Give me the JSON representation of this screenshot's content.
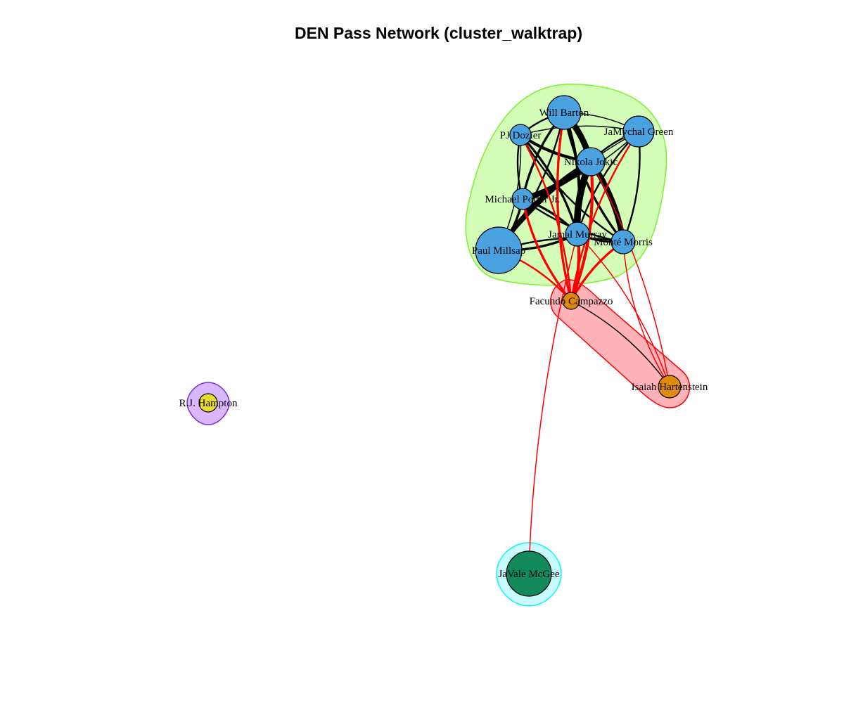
{
  "title": "DEN Pass Network (cluster_walktrap)",
  "colors": {
    "cluster_blue_fill": "#d4fdb8",
    "cluster_blue_stroke": "#7cf032",
    "cluster_orange_fill": "#ffb3b8",
    "cluster_orange_stroke": "#ff0000",
    "cluster_yellow_fill": "#d9b8ff",
    "cluster_yellow_stroke": "#7b2ce0",
    "cluster_green_fill": "#c7fbff",
    "cluster_green_stroke": "#18f1f5",
    "node_blue": "#4aa3e0",
    "node_orange": "#e08a0b",
    "node_yellow": "#e8de2e",
    "node_green": "#138a5c",
    "edge_within": "#000000",
    "edge_between": "#ff0000"
  },
  "communities": [
    {
      "id": "c1",
      "color": "blue",
      "members": [
        "Will Barton",
        "PJ Dozier",
        "JaMychal Green",
        "Nikola Jokić",
        "Michael Porter Jr.",
        "Jamal Murray",
        "Monté Morris",
        "Paul Millsap"
      ]
    },
    {
      "id": "c2",
      "color": "orange",
      "members": [
        "Facundo Campazzo",
        "Isaiah Hartenstein"
      ]
    },
    {
      "id": "c3",
      "color": "yellow",
      "members": [
        "R.J. Hampton"
      ]
    },
    {
      "id": "c4",
      "color": "green",
      "members": [
        "JaVale McGee"
      ]
    }
  ],
  "nodes": [
    {
      "id": "Will Barton",
      "label": "Will Barton",
      "color": "blue"
    },
    {
      "id": "PJ Dozier",
      "label": "PJ Dozier",
      "color": "blue"
    },
    {
      "id": "JaMychal Green",
      "label": "JaMychal Green",
      "color": "blue"
    },
    {
      "id": "Nikola Jokić",
      "label": "Nikola Jokić",
      "color": "blue"
    },
    {
      "id": "Michael Porter Jr.",
      "label": "Michael Porter Jr.",
      "color": "blue"
    },
    {
      "id": "Jamal Murray",
      "label": "Jamal Murray",
      "color": "blue"
    },
    {
      "id": "Monté Morris",
      "label": "Monté Morris",
      "color": "blue"
    },
    {
      "id": "Paul Millsap",
      "label": "Paul Millsap",
      "color": "blue"
    },
    {
      "id": "Facundo Campazzo",
      "label": "Facundo Campazzo",
      "color": "orange"
    },
    {
      "id": "Isaiah Hartenstein",
      "label": "Isaiah Hartenstein",
      "color": "orange"
    },
    {
      "id": "R.J. Hampton",
      "label": "R.J. Hampton",
      "color": "yellow"
    },
    {
      "id": "JaVale McGee",
      "label": "JaVale McGee",
      "color": "green"
    }
  ],
  "edges": [
    {
      "source": "Will Barton",
      "target": "Nikola Jokić",
      "weight": 9
    },
    {
      "source": "Will Barton",
      "target": "PJ Dozier",
      "weight": 2
    },
    {
      "source": "Will Barton",
      "target": "JaMychal Green",
      "weight": 1
    },
    {
      "source": "Will Barton",
      "target": "Michael Porter Jr.",
      "weight": 3
    },
    {
      "source": "Will Barton",
      "target": "Jamal Murray",
      "weight": 4
    },
    {
      "source": "Will Barton",
      "target": "Monté Morris",
      "weight": 3
    },
    {
      "source": "Will Barton",
      "target": "Paul Millsap",
      "weight": 2
    },
    {
      "source": "PJ Dozier",
      "target": "Nikola Jokić",
      "weight": 4
    },
    {
      "source": "PJ Dozier",
      "target": "JaMychal Green",
      "weight": 1
    },
    {
      "source": "PJ Dozier",
      "target": "Michael Porter Jr.",
      "weight": 2
    },
    {
      "source": "PJ Dozier",
      "target": "Jamal Murray",
      "weight": 3
    },
    {
      "source": "PJ Dozier",
      "target": "Monté Morris",
      "weight": 2
    },
    {
      "source": "PJ Dozier",
      "target": "Paul Millsap",
      "weight": 1
    },
    {
      "source": "JaMychal Green",
      "target": "Nikola Jokić",
      "weight": 2
    },
    {
      "source": "JaMychal Green",
      "target": "Michael Porter Jr.",
      "weight": 1
    },
    {
      "source": "JaMychal Green",
      "target": "Jamal Murray",
      "weight": 2
    },
    {
      "source": "JaMychal Green",
      "target": "Monté Morris",
      "weight": 2
    },
    {
      "source": "JaMychal Green",
      "target": "Paul Millsap",
      "weight": 1
    },
    {
      "source": "Nikola Jokić",
      "target": "Michael Porter Jr.",
      "weight": 8
    },
    {
      "source": "Nikola Jokić",
      "target": "Jamal Murray",
      "weight": 10
    },
    {
      "source": "Nikola Jokić",
      "target": "Monté Morris",
      "weight": 8
    },
    {
      "source": "Nikola Jokić",
      "target": "Paul Millsap",
      "weight": 7
    },
    {
      "source": "Michael Porter Jr.",
      "target": "Jamal Murray",
      "weight": 3
    },
    {
      "source": "Michael Porter Jr.",
      "target": "Monté Morris",
      "weight": 2
    },
    {
      "source": "Michael Porter Jr.",
      "target": "Paul Millsap",
      "weight": 3
    },
    {
      "source": "Jamal Murray",
      "target": "Monté Morris",
      "weight": 2
    },
    {
      "source": "Jamal Murray",
      "target": "Paul Millsap",
      "weight": 3
    },
    {
      "source": "Monté Morris",
      "target": "Paul Millsap",
      "weight": 2
    },
    {
      "source": "Facundo Campazzo",
      "target": "Will Barton",
      "weight": 3
    },
    {
      "source": "Facundo Campazzo",
      "target": "PJ Dozier",
      "weight": 2
    },
    {
      "source": "Facundo Campazzo",
      "target": "JaMychal Green",
      "weight": 2
    },
    {
      "source": "Facundo Campazzo",
      "target": "Nikola Jokić",
      "weight": 4
    },
    {
      "source": "Facundo Campazzo",
      "target": "Michael Porter Jr.",
      "weight": 3
    },
    {
      "source": "Facundo Campazzo",
      "target": "Jamal Murray",
      "weight": 4
    },
    {
      "source": "Facundo Campazzo",
      "target": "Monté Morris",
      "weight": 3
    },
    {
      "source": "Facundo Campazzo",
      "target": "Paul Millsap",
      "weight": 2
    },
    {
      "source": "Facundo Campazzo",
      "target": "Isaiah Hartenstein",
      "weight": 1
    },
    {
      "source": "Isaiah Hartenstein",
      "target": "Nikola Jokić",
      "weight": 1
    },
    {
      "source": "Isaiah Hartenstein",
      "target": "Monté Morris",
      "weight": 1
    },
    {
      "source": "Isaiah Hartenstein",
      "target": "Jamal Murray",
      "weight": 1
    },
    {
      "source": "JaVale McGee",
      "target": "Jamal Murray",
      "weight": 1
    }
  ]
}
